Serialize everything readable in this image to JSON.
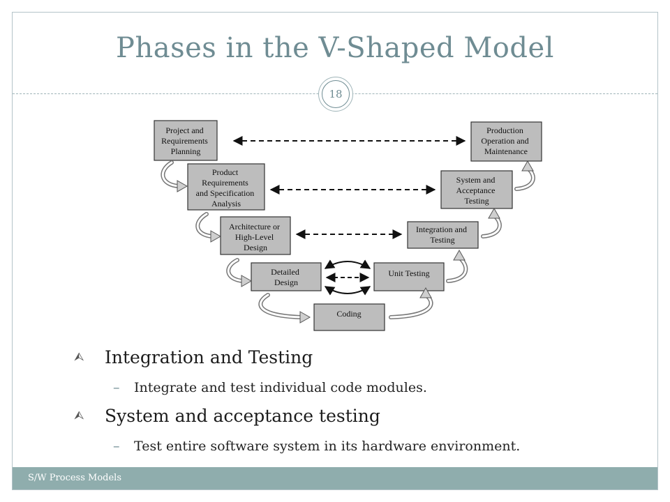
{
  "slide": {
    "title": "Phases in the V-Shaped Model",
    "number": "18",
    "footer": "S/W Process Models"
  },
  "colors": {
    "accent": "#6f8c93",
    "footer_bar": "#8fadad",
    "phase_box": "#bdbdbd"
  },
  "diagram": {
    "phases": {
      "project_planning": [
        "Project and",
        "Requirements",
        "Planning"
      ],
      "product_requirements": [
        "Product",
        "Requirements",
        "and Specification",
        "Analysis"
      ],
      "architecture": [
        "Architecture or",
        "High-Level",
        "Design"
      ],
      "detailed_design": [
        "Detailed",
        "Design"
      ],
      "coding": [
        "Coding"
      ],
      "unit_testing": [
        "Unit Testing"
      ],
      "integration_testing": [
        "Integration and",
        "Testing"
      ],
      "system_testing": [
        "System and",
        "Acceptance",
        "Testing"
      ],
      "production": [
        "Production",
        "Operation and",
        "Maintenance"
      ]
    }
  },
  "bullets": [
    {
      "heading": "Integration and Testing",
      "detail": "Integrate and test individual code modules."
    },
    {
      "heading": "System and acceptance testing",
      "detail": "Test entire software system in its hardware environment."
    }
  ],
  "icons": {
    "bullet": "arrow-up-icon",
    "dash": "–"
  }
}
